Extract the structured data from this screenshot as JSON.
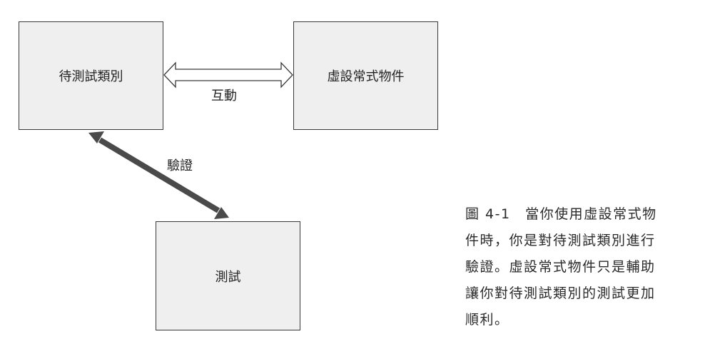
{
  "diagram": {
    "nodes": {
      "class_under_test": "待測試類別",
      "fake_object": "虛設常式物件",
      "test": "測試"
    },
    "edges": {
      "interact": "互動",
      "verify": "驗證"
    }
  },
  "caption": {
    "lines": [
      "圖 4-1　當你使用虛設常式物",
      "件時，你是對待測試類別進行",
      "驗證。虛設常式物件只是輔助",
      "讓你對待測試類別的測試更加",
      "順利。"
    ]
  },
  "colors": {
    "box_fill": "#efefef",
    "box_border": "#3a3a3a",
    "thick_arrow": "#4a4a4a",
    "hollow_arrow_fill": "#ffffff"
  }
}
